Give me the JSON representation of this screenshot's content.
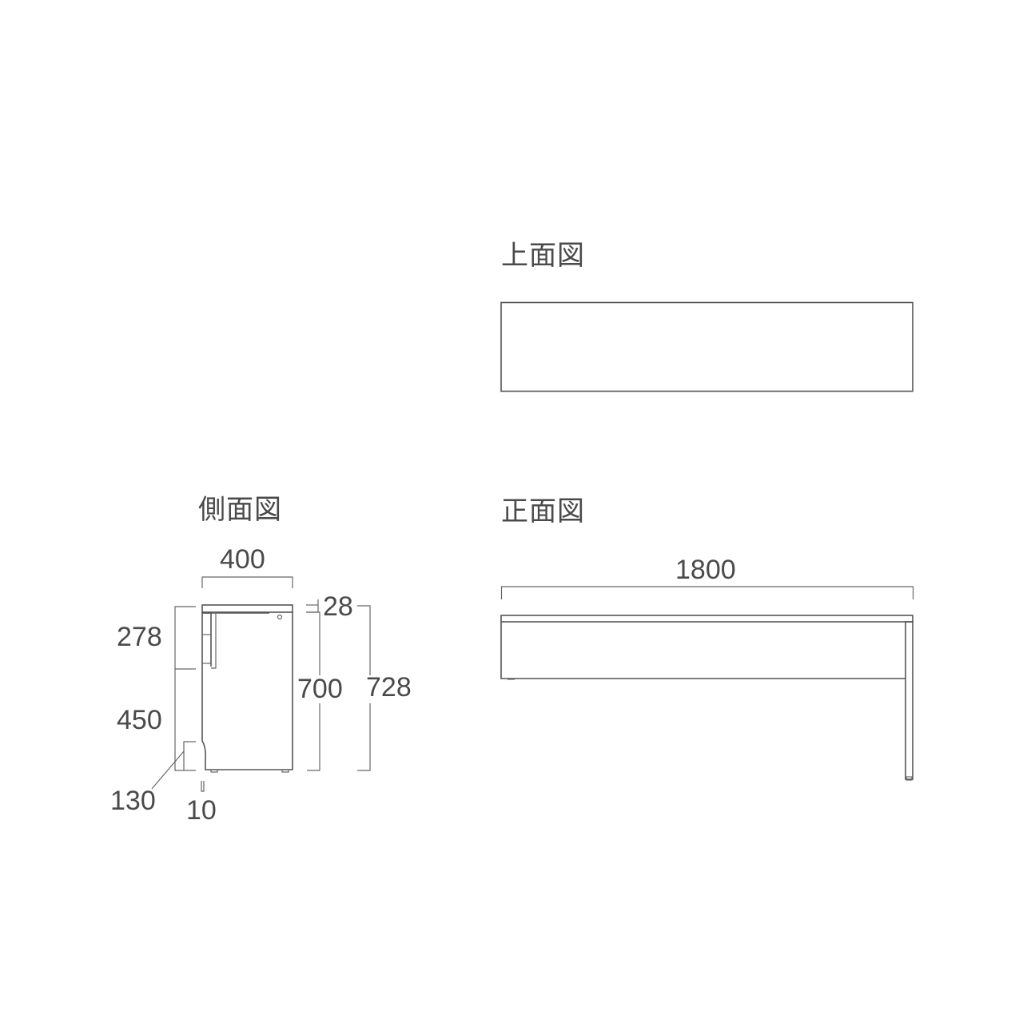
{
  "views": {
    "top": {
      "title": "上面図"
    },
    "side": {
      "title": "側面図"
    },
    "front": {
      "title": "正面図"
    }
  },
  "dimensions": {
    "side": {
      "depth": "400",
      "top_thickness": "28",
      "body_height": "700",
      "total_height": "728",
      "upper_section": "278",
      "lower_section": "450",
      "toe_kick": "130",
      "foot": "10"
    },
    "front": {
      "width": "1800"
    }
  },
  "colors": {
    "line": "#555555",
    "text": "#4a4a4a",
    "background": "#ffffff"
  }
}
